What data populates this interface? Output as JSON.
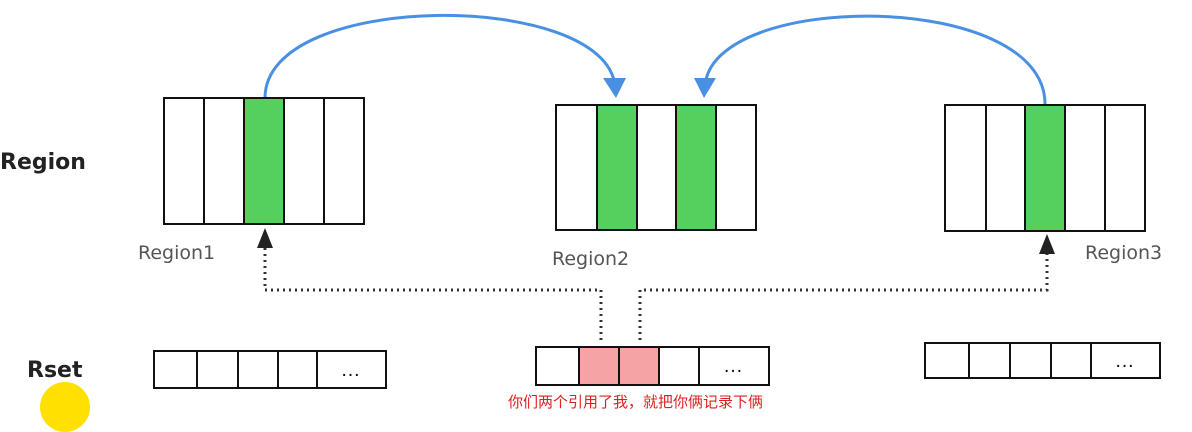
{
  "labels": {
    "region_row": "Region",
    "rset_row": "Rset",
    "region1": "Region1",
    "region2": "Region2",
    "region3": "Region3",
    "caption": "你们两个引用了我，就把你俩记录下俩"
  },
  "regions": [
    {
      "name": "Region1",
      "cells": [
        "empty",
        "empty",
        "green",
        "empty",
        "empty"
      ]
    },
    {
      "name": "Region2",
      "cells": [
        "empty",
        "green",
        "empty",
        "green",
        "empty"
      ]
    },
    {
      "name": "Region3",
      "cells": [
        "empty",
        "empty",
        "green",
        "empty",
        "empty"
      ]
    }
  ],
  "rsets": [
    {
      "cells": [
        "empty",
        "empty",
        "empty",
        "empty",
        "more"
      ]
    },
    {
      "cells": [
        "empty",
        "pink",
        "pink",
        "empty",
        "more"
      ]
    },
    {
      "cells": [
        "empty",
        "empty",
        "empty",
        "empty",
        "more"
      ]
    }
  ],
  "ellipsis": "…",
  "colors": {
    "green": "#55d05f",
    "pink": "#f6a3a3",
    "arrow_blue": "#4a90e2",
    "caption_red": "#e02020"
  }
}
